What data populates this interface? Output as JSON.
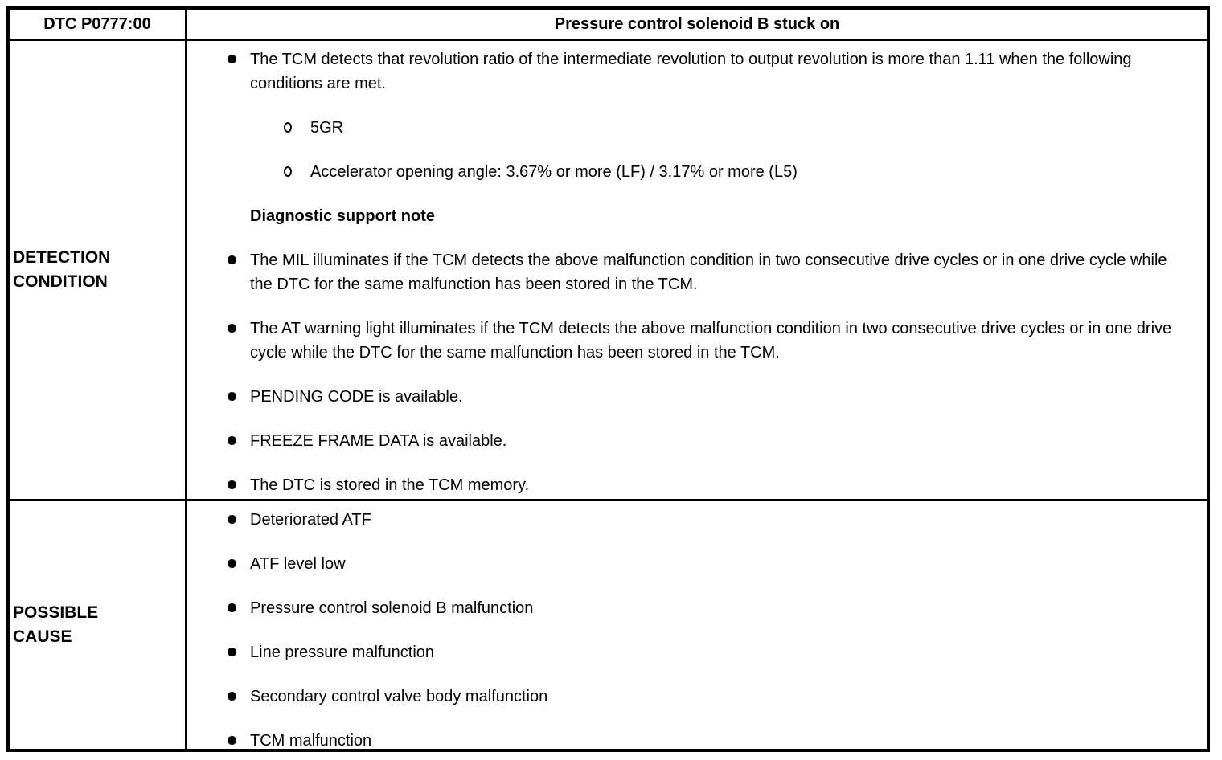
{
  "header": {
    "dtc_label": "DTC P0777:00",
    "title": "Pressure control solenoid B stuck on"
  },
  "detection": {
    "label": "DETECTION\nCONDITION",
    "items": [
      {
        "type": "bullet",
        "text": "The TCM detects that revolution ratio of the intermediate revolution to output revolution is more than 1.11 when the following conditions are met."
      },
      {
        "type": "sub_bullet",
        "text": "5GR"
      },
      {
        "type": "sub_bullet",
        "text": "Accelerator opening angle: 3.67% or more (LF) / 3.17% or more (L5)"
      },
      {
        "type": "heading",
        "text": "Diagnostic support note"
      },
      {
        "type": "bullet",
        "text": "The MIL illuminates if the TCM detects the above malfunction condition in two consecutive drive cycles or in one drive cycle while the DTC for the same malfunction has been stored in the TCM."
      },
      {
        "type": "bullet",
        "text": "The AT warning light illuminates if the TCM detects the above malfunction condition in two consecutive drive cycles or in one drive cycle while the DTC for the same malfunction has been stored in the TCM."
      },
      {
        "type": "bullet",
        "text": "PENDING CODE is available."
      },
      {
        "type": "bullet",
        "text": "FREEZE FRAME DATA is available."
      },
      {
        "type": "bullet",
        "text": "The DTC is stored in the TCM memory."
      }
    ]
  },
  "possible_cause": {
    "label": "POSSIBLE\nCAUSE",
    "items": [
      {
        "type": "bullet",
        "text": "Deteriorated ATF"
      },
      {
        "type": "bullet",
        "text": "ATF level low"
      },
      {
        "type": "bullet",
        "text": "Pressure control solenoid B malfunction"
      },
      {
        "type": "bullet",
        "text": "Line pressure malfunction"
      },
      {
        "type": "bullet",
        "text": "Secondary control valve body malfunction"
      },
      {
        "type": "bullet",
        "text": "TCM malfunction"
      }
    ]
  }
}
